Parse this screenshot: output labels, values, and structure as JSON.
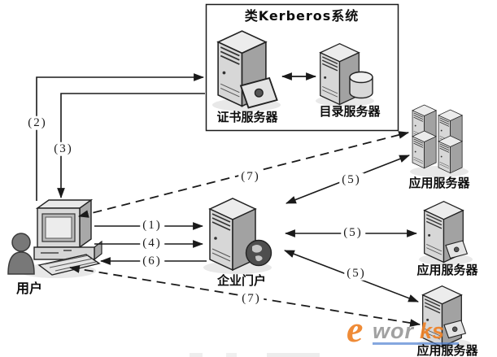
{
  "diagram": {
    "kerberos_box": {
      "title": "类Kerberos系统",
      "certificate_server_label": "证书服务器",
      "directory_server_label": "目录服务器"
    },
    "nodes": {
      "user_label": "用户",
      "portal_label": "企业门户",
      "app_top_label": "应用服务器",
      "app_middle_label": "应用服务器",
      "app_bottom_label": "应用服务器"
    },
    "edges": {
      "step1": "(1)",
      "step2": "(2)",
      "step3": "(3)",
      "step4": "(4)",
      "step5_top": "(5)",
      "step5_middle": "(5)",
      "step5_bottom": "(5)",
      "step6": "(6)",
      "step7_top": "(7)",
      "step7_bottom": "(7)"
    },
    "watermark": {
      "e": "e",
      "wor": "wor",
      "ks": "ks"
    },
    "colors": {
      "line": "#1a1a1a",
      "box_stroke": "#1a1a1a",
      "watermark_orange": "#ee8227",
      "watermark_gray": "#9a9a9a",
      "watermark_blue": "#4d7fd0"
    }
  }
}
